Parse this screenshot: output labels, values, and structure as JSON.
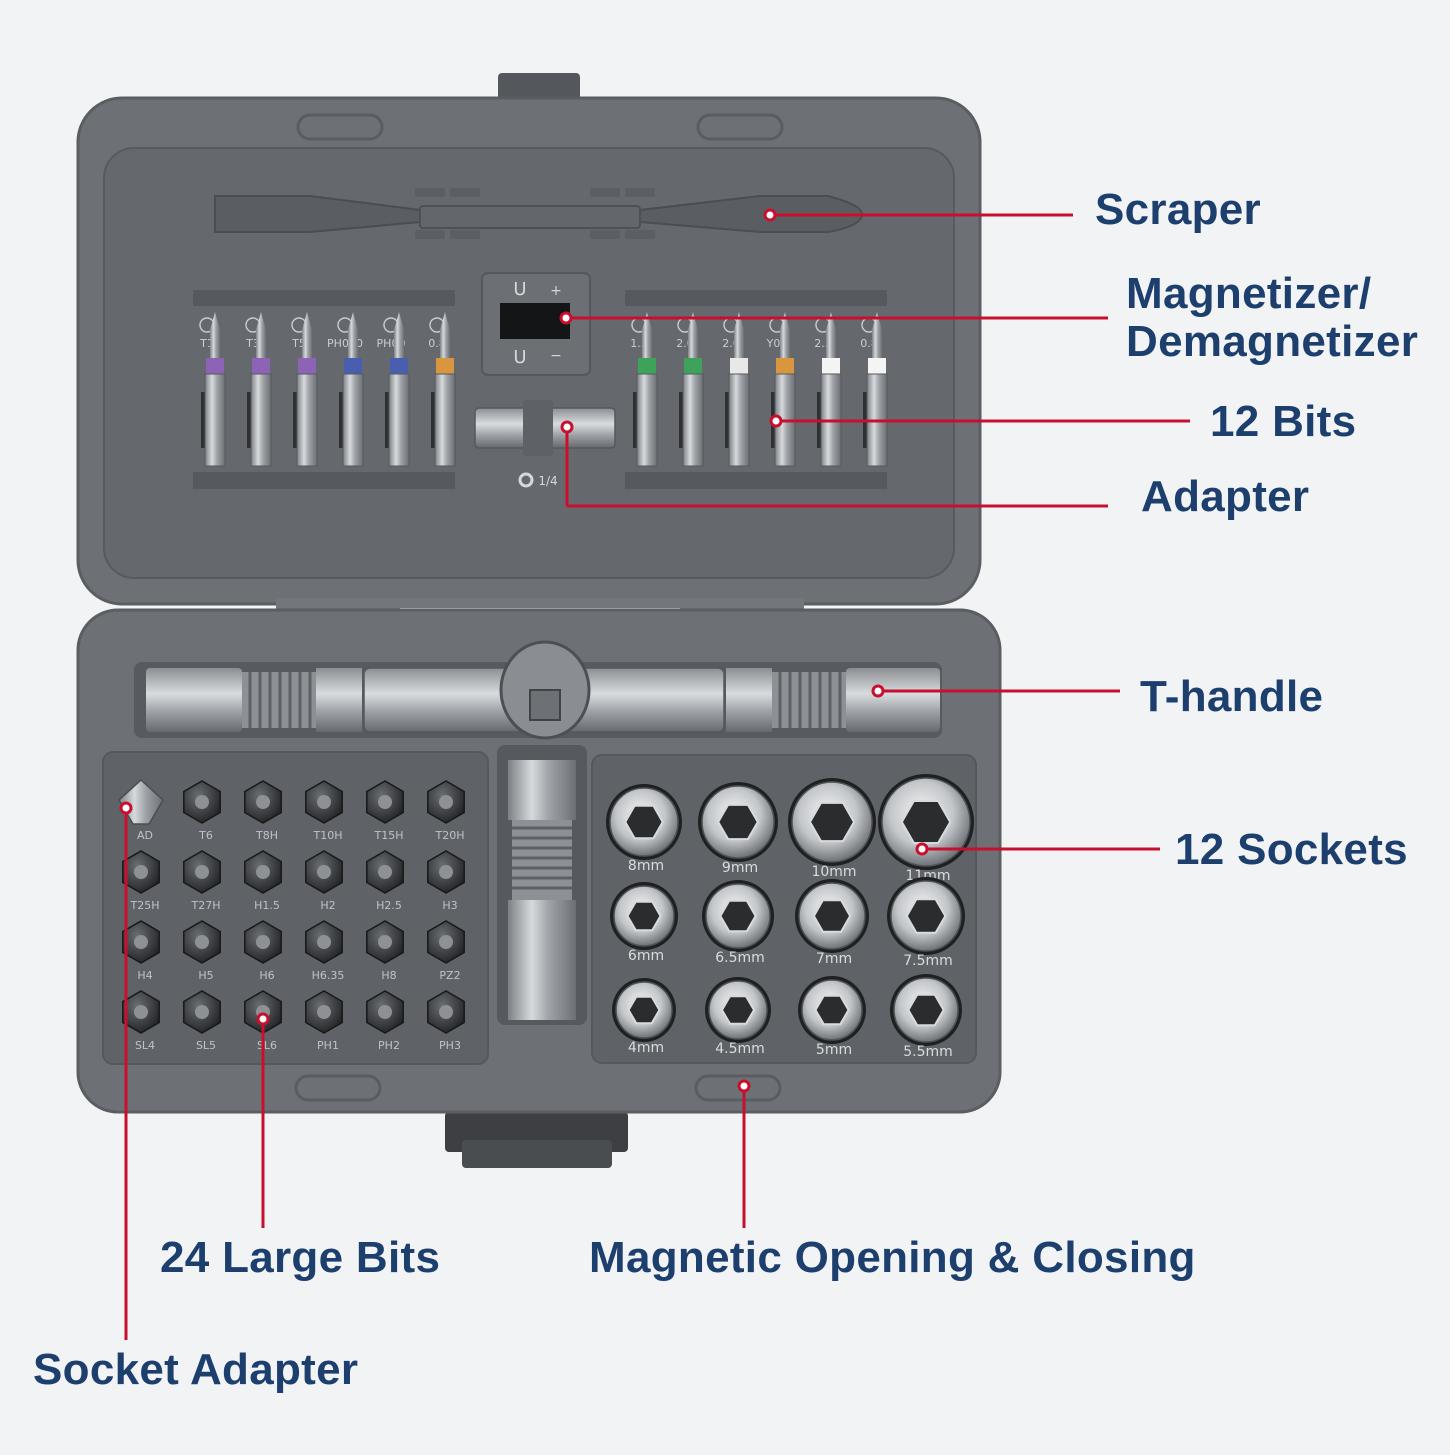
{
  "callouts": {
    "scraper": "Scraper",
    "magnetizer_line1": "Magnetizer/",
    "magnetizer_line2": "Demagnetizer",
    "bits12": "12 Bits",
    "adapter": "Adapter",
    "thandle": "T-handle",
    "sockets12": "12 Sockets",
    "large_bits": "24 Large Bits",
    "magnetic": "Magnetic Opening & Closing",
    "socket_adapter": "Socket Adapter"
  },
  "precision_bits_left": [
    "T1",
    "T3",
    "T5",
    "PH000",
    "PH00",
    "0.8"
  ],
  "precision_bits_right": [
    "1.5",
    "2.0",
    "2.0",
    "Y00",
    "2.3",
    "0.8"
  ],
  "adapter_size": "1/4",
  "large_bits": [
    [
      "AD",
      "T6",
      "T8H",
      "T10H",
      "T15H",
      "T20H"
    ],
    [
      "T25H",
      "T27H",
      "H1.5",
      "H2",
      "H2.5",
      "H3"
    ],
    [
      "H4",
      "H5",
      "H6",
      "H6.35",
      "H8",
      "PZ2"
    ],
    [
      "SL4",
      "SL5",
      "SL6",
      "PH1",
      "PH2",
      "PH3"
    ]
  ],
  "sockets": [
    [
      "8mm",
      "9mm",
      "10mm",
      "11mm"
    ],
    [
      "6mm",
      "6.5mm",
      "7mm",
      "7.5mm"
    ],
    [
      "4mm",
      "4.5mm",
      "5mm",
      "5.5mm"
    ]
  ],
  "colors": {
    "case": "#6d7176",
    "case_dark": "#54575b",
    "tray": "#5f6367",
    "callout_text": "#1d3f6e",
    "callout_line": "#c8102e",
    "metal": "#b8bcc0"
  }
}
